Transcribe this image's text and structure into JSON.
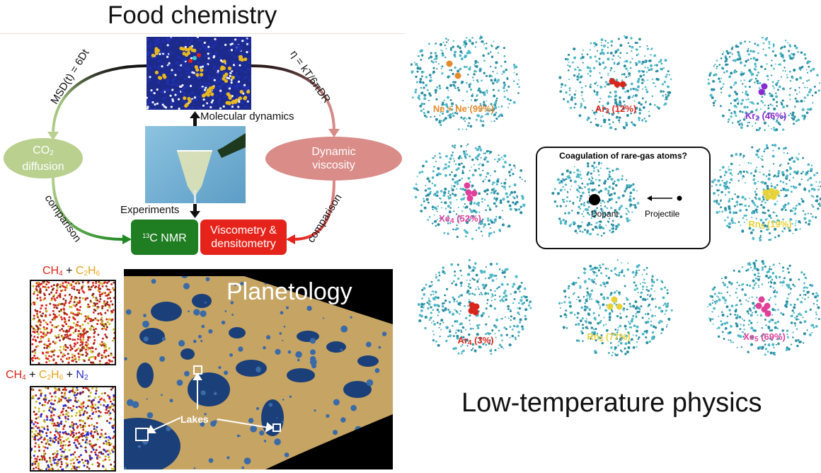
{
  "food_chemistry": {
    "title": "Food chemistry",
    "msd_formula": "MSD(t) = 6Dt",
    "viscosity_formula": "η = kT/6πDR",
    "molecular_dynamics": "Molecular dynamics",
    "experiments": "Experiments",
    "co2": {
      "base": "CO",
      "sub": "2",
      "line2": "diffusion"
    },
    "dynamic_viscosity": {
      "line1": "Dynamic",
      "line2": "viscosity"
    },
    "comparison_left": "comparison",
    "comparison_right": "comparison",
    "nmr": {
      "sup": "13",
      "text": "C NMR"
    },
    "viscometry": {
      "line1": "Viscometry &",
      "line2": "densitometry"
    },
    "colors": {
      "green_ellipse": "#b9d08f",
      "red_ellipse": "#d98c88",
      "nmr_box": "#1f7d22",
      "visc_box": "#e5231b"
    }
  },
  "mixtures": {
    "mix1": [
      {
        "base": "CH",
        "sub": "4",
        "color": "#d9261c"
      },
      {
        "base": " + ",
        "sub": "",
        "color": "#111"
      },
      {
        "base": "C",
        "sub": "2",
        "rest": "H",
        "sub2": "6",
        "color": "#e8a318"
      }
    ],
    "mix2": [
      {
        "base": "CH",
        "sub": "4",
        "color": "#d9261c"
      },
      {
        "base": " + ",
        "sub": "",
        "color": "#111"
      },
      {
        "base": "C",
        "sub": "2",
        "rest": "H",
        "sub2": "6",
        "color": "#e8a318"
      },
      {
        "base": " + ",
        "sub": "",
        "color": "#111"
      },
      {
        "base": "N",
        "sub": "2",
        "color": "#2a2ad0"
      }
    ]
  },
  "planetology": {
    "title": "Planetology",
    "lakes_label": "Lakes"
  },
  "low_temperature": {
    "title": "Low-temperature physics",
    "inset_title": "Coagulation of rare-gas atoms?",
    "dopant": "Dopant",
    "projectile": "Projectile",
    "clusters": [
      {
        "base": "Ne + Ne",
        "sub": "",
        "pct": " (99%)",
        "color": "#e38a2a"
      },
      {
        "base": "Ar",
        "sub": "3",
        "pct": " (12%)",
        "color": "#d9261c"
      },
      {
        "base": "Kr",
        "sub": "2",
        "pct": " (46%)",
        "color": "#8a2bd0"
      },
      {
        "base": "Xe",
        "sub": "4",
        "pct": " (52%)",
        "color": "#e0409a"
      },
      {
        "base": "Rn",
        "sub": "5",
        "pct": " (19%)",
        "color": "#e8d23a"
      },
      {
        "base": "Ar",
        "sub": "4",
        "pct": " (3%)",
        "color": "#d9261c"
      },
      {
        "base": "Rn",
        "sub": "3",
        "pct": " (77%)",
        "color": "#e8d23a"
      },
      {
        "base": "Xe",
        "sub": "5",
        "pct": " (69%)",
        "color": "#e0409a"
      }
    ]
  }
}
